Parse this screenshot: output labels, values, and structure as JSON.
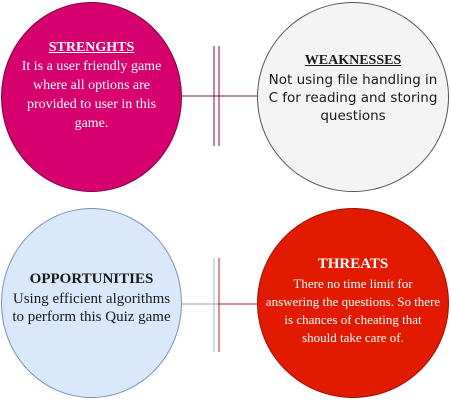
{
  "strengths": {
    "title": "STRENGHTS",
    "body": "It is a user friendly game where all options are provided to user in this game."
  },
  "weaknesses": {
    "title": "WEAKNESSES",
    "body": "Not using file handling in C for reading and storing questions"
  },
  "opportunities": {
    "title": "OPPORTUNITIES",
    "body": "Using efficient algorithms to perform this Quiz game"
  },
  "threats": {
    "title": "THREATS",
    "body": "There no time limit for answering the questions. So there is chances of cheating that should take care of."
  },
  "colors": {
    "strengths": "#d6006e",
    "weaknesses": "#f4f4f4",
    "opportunities": "#dae8fc",
    "threats": "#e11a00",
    "connector_top": "#8b0045",
    "connector_bottom": "#b22222"
  }
}
